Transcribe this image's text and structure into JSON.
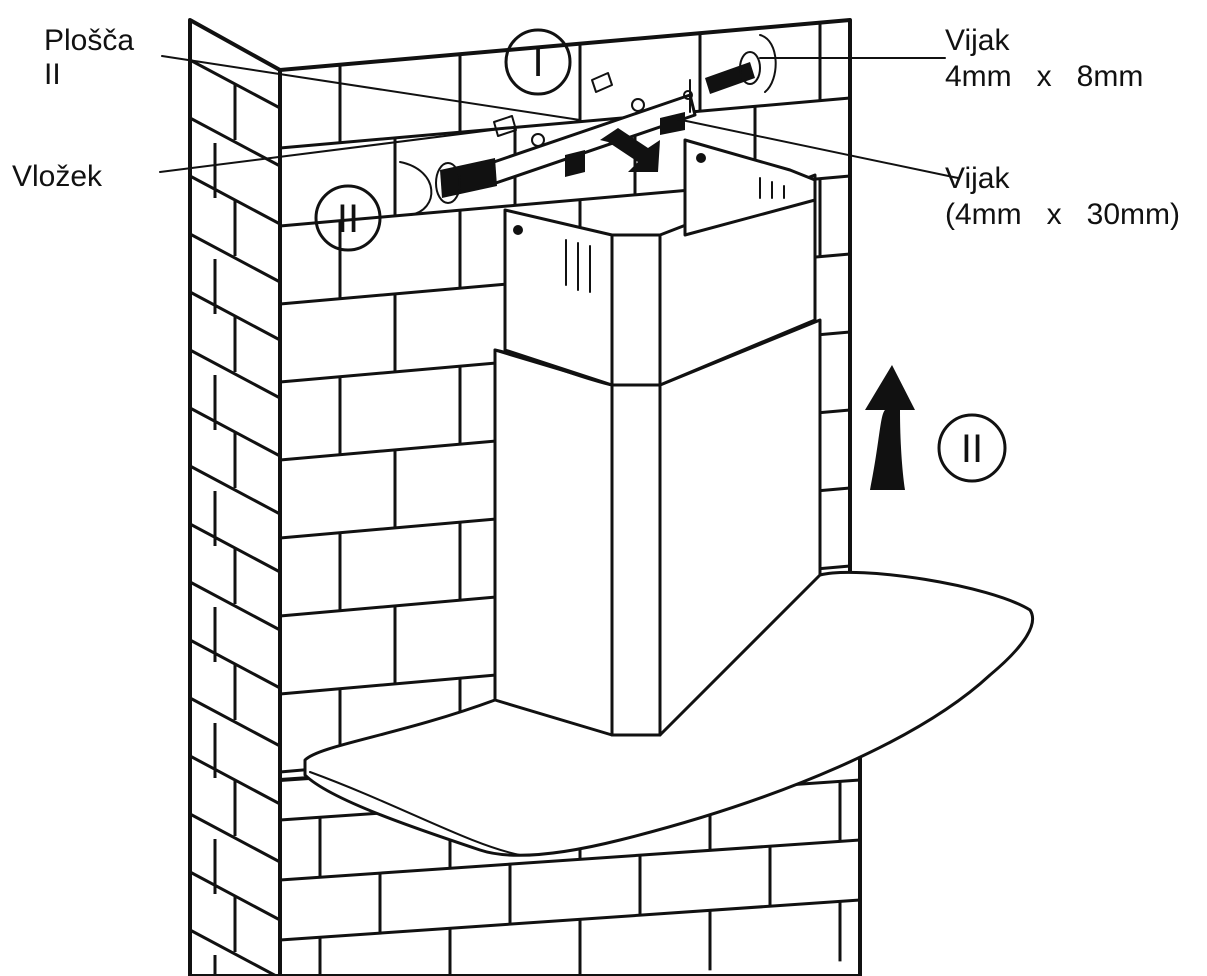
{
  "labels": {
    "plate": "Plošča",
    "plate_suffix": "II",
    "insert": "Vložek",
    "screw_small_title": "Vijak",
    "screw_small_size": "4mm   x   8mm",
    "screw_large_title": "Vijak",
    "screw_large_size": "(4mm   x   30mm)"
  },
  "steps": {
    "step_one": "I",
    "step_two_left": "II",
    "step_two_right": "II"
  },
  "colors": {
    "ink": "#111111",
    "background": "#ffffff"
  },
  "icons": {
    "push_arrow": "arrow-push-icon",
    "lift_arrow": "arrow-up-icon",
    "rotate": "rotate-arrow-icon"
  }
}
